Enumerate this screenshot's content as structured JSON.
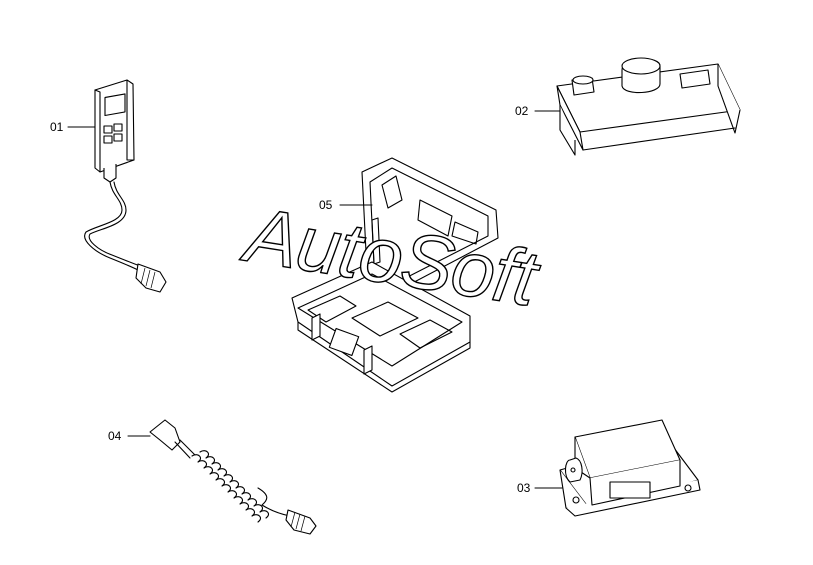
{
  "watermark": "AutoSoft",
  "callouts": {
    "c01": "01",
    "c02": "02",
    "c03": "03",
    "c04": "04",
    "c05": "05"
  }
}
